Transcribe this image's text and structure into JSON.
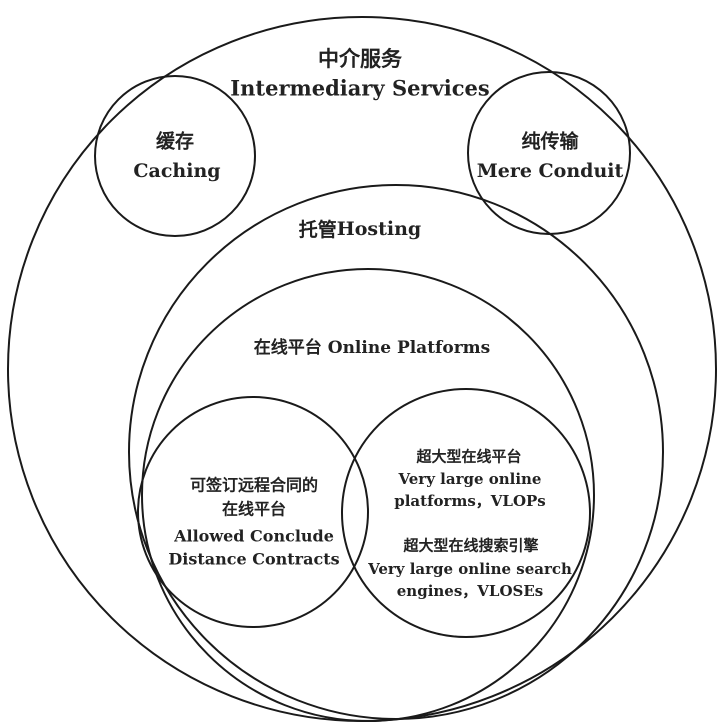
{
  "intermediary": {
    "zh": "中介服务",
    "en": "Intermediary Services"
  },
  "caching": {
    "zh": "缓存",
    "en": "Caching"
  },
  "mere_conduit": {
    "zh": "纯传输",
    "en": "Mere Conduit"
  },
  "hosting": {
    "zh": "托管",
    "en": "Hosting"
  },
  "online_platforms": {
    "zh": "在线平台",
    "en": "Online Platforms"
  },
  "distance_contracts": {
    "zh_line1": "可签订远程合同的",
    "zh_line2": "在线平台",
    "en_line1": "Allowed Conclude",
    "en_line2": "Distance Contracts"
  },
  "vlops": {
    "zh": "超大型在线平台",
    "en_line1": "Very large online",
    "en_line2": "platforms，VLOPs"
  },
  "vloses": {
    "zh": "超大型在线搜索引擎",
    "en_line1": "Very large online search",
    "en_line2": "engines，VLOSEs"
  }
}
